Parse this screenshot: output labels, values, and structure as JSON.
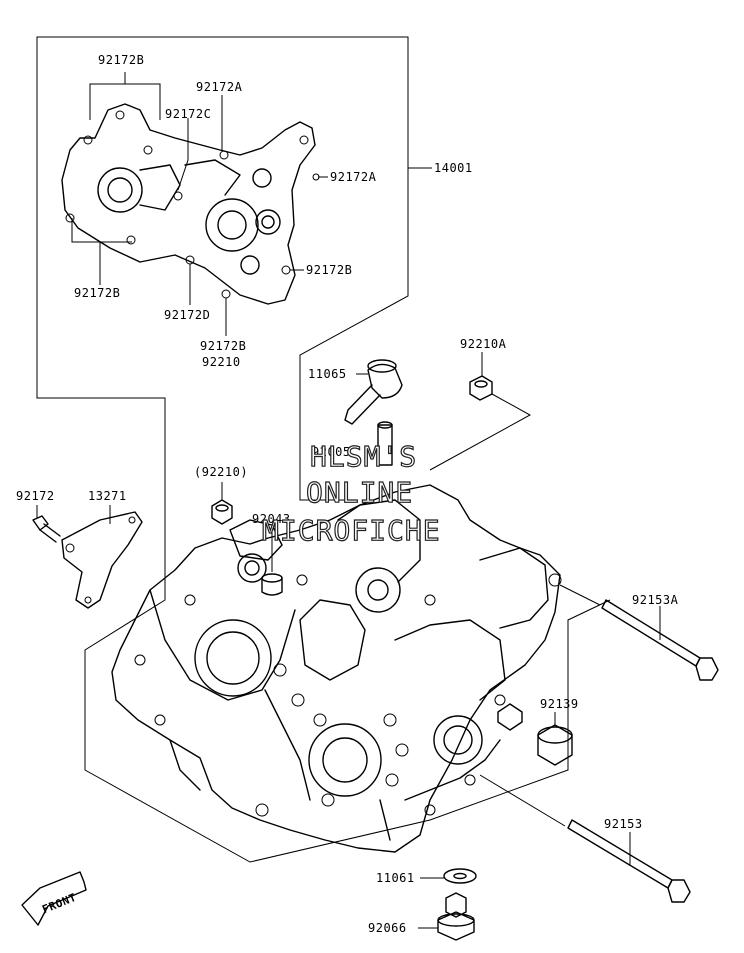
{
  "labels": {
    "l_92172B_top": "92172B",
    "l_92172A_top": "92172A",
    "l_92172C": "92172C",
    "l_92172A_right": "92172A",
    "l_14001": "14001",
    "l_92172B_left": "92172B",
    "l_92172B_right": "92172B",
    "l_92172D": "92172D",
    "l_92172B_bottom": "92172B",
    "l_92210": "92210",
    "l_11065": "11065",
    "l_92210A": "92210A",
    "l_92005": "92005",
    "l_92210_paren": "(92210)",
    "l_92172": "92172",
    "l_13271": "13271",
    "l_92043": "92043",
    "l_92153A": "92153A",
    "l_92139": "92139",
    "l_92153": "92153",
    "l_11061": "11061",
    "l_92066": "92066"
  },
  "watermark": {
    "line1": "HLSM'S",
    "line2": "ONLINE",
    "line3": "MICROFICHE"
  },
  "front_arrow": "FRONT"
}
